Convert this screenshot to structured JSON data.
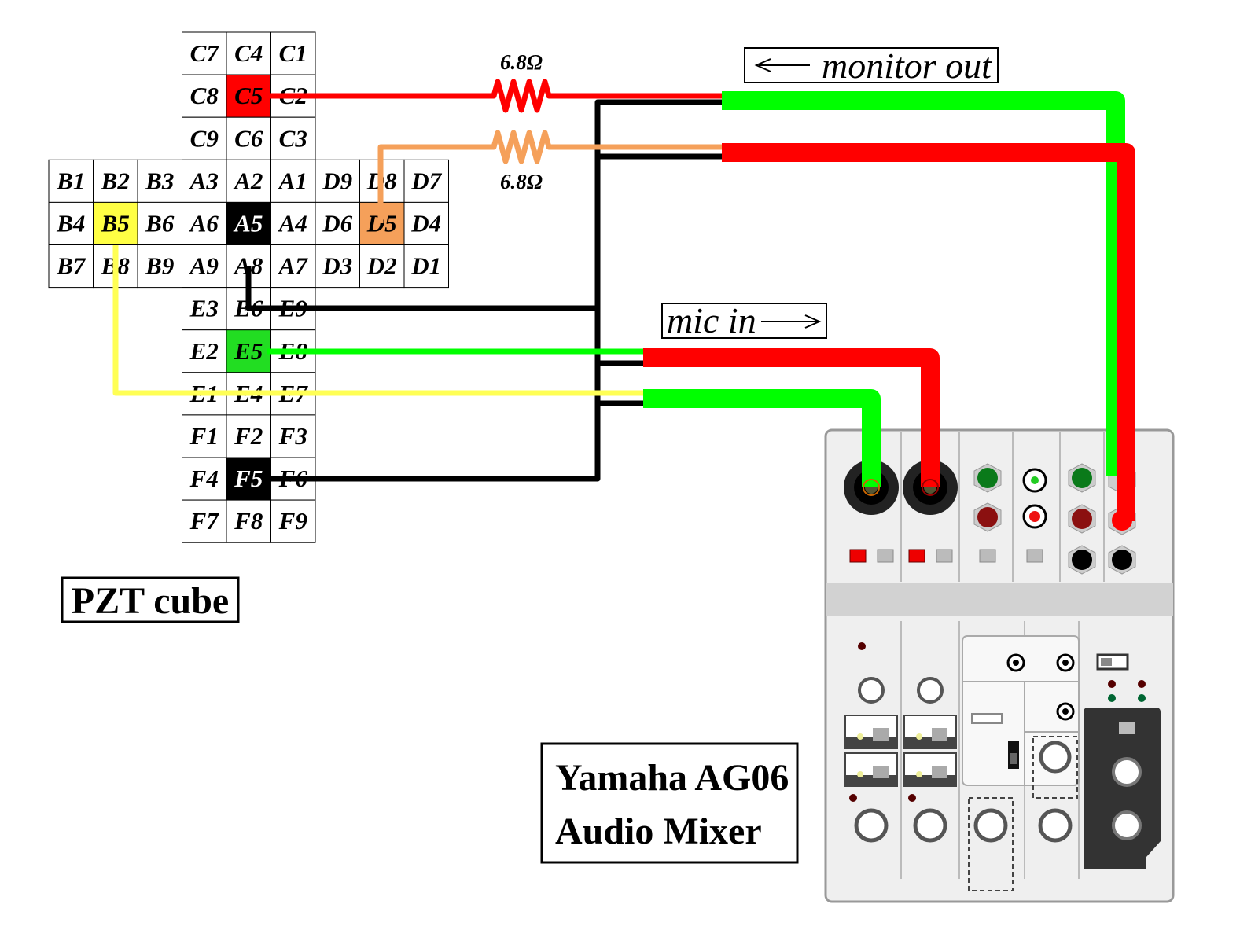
{
  "grid": {
    "rows": [
      [
        "",
        "",
        "",
        "C7",
        "C4",
        "C1",
        "",
        "",
        ""
      ],
      [
        "",
        "",
        "",
        "C8",
        "C5",
        "C2",
        "",
        "",
        ""
      ],
      [
        "",
        "",
        "",
        "C9",
        "C6",
        "C3",
        "",
        "",
        ""
      ],
      [
        "B1",
        "B2",
        "B3",
        "A3",
        "A2",
        "A1",
        "D9",
        "D8",
        "D7"
      ],
      [
        "B4",
        "B5",
        "B6",
        "A6",
        "A5",
        "A4",
        "D6",
        "D5",
        "D4"
      ],
      [
        "B7",
        "B8",
        "B9",
        "A9",
        "A8",
        "A7",
        "D3",
        "D2",
        "D1"
      ],
      [
        "",
        "",
        "",
        "E3",
        "E6",
        "E9",
        "",
        "",
        ""
      ],
      [
        "",
        "",
        "",
        "E2",
        "E5",
        "E8",
        "",
        "",
        ""
      ],
      [
        "",
        "",
        "",
        "E1",
        "E4",
        "E7",
        "",
        "",
        ""
      ],
      [
        "",
        "",
        "",
        "F1",
        "F2",
        "F3",
        "",
        "",
        ""
      ],
      [
        "",
        "",
        "",
        "F4",
        "F5",
        "F6",
        "",
        "",
        ""
      ],
      [
        "",
        "",
        "",
        "F7",
        "F8",
        "F9",
        "",
        "",
        ""
      ]
    ],
    "highlights": {
      "C5": "#ff0000",
      "B5": "#ffff44",
      "A5": "#000000",
      "D5": "#f5a05a",
      "E5": "#22dd22",
      "F5": "#000000"
    }
  },
  "labels": {
    "pzt_title": "PZT cube",
    "mixer_line1": "Yamaha AG06",
    "mixer_line2": "Audio Mixer",
    "monitor_out": "monitor out",
    "mic_in": "mic in",
    "resistor_top": "6.8Ω",
    "resistor_bottom": "6.8Ω"
  },
  "colors": {
    "red": "#ff0000",
    "green": "#00ff00",
    "yellow": "#ffff55",
    "orange": "#f5a05a",
    "black": "#000000",
    "mixer_panel": "#efefef"
  }
}
